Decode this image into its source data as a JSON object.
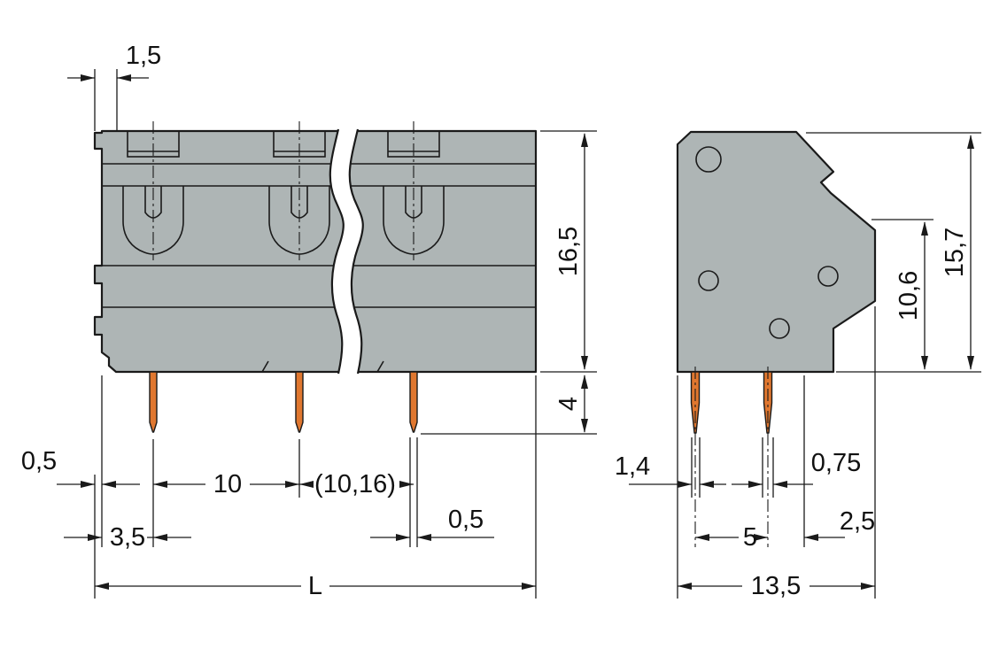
{
  "colors": {
    "body": "#aeb5b5",
    "pin": "#e0772f",
    "line": "#1a1a1a",
    "background": "#ffffff"
  },
  "front_view": {
    "dims": {
      "top_slot": "1,5",
      "height": "16,5",
      "pin_length": "4",
      "left_edge": "0,5",
      "pitch": "10",
      "pitch_alt": "(10,16)",
      "pin_offset": "3,5",
      "pin_width": "0,5",
      "length": "L"
    }
  },
  "side_view": {
    "dims": {
      "pin_width": "1,4",
      "pin_tip_width": "0,75",
      "pin_to_edge": "2,5",
      "pin_spacing": "5",
      "depth": "13,5",
      "step_height": "10,6",
      "height": "15,7"
    }
  }
}
